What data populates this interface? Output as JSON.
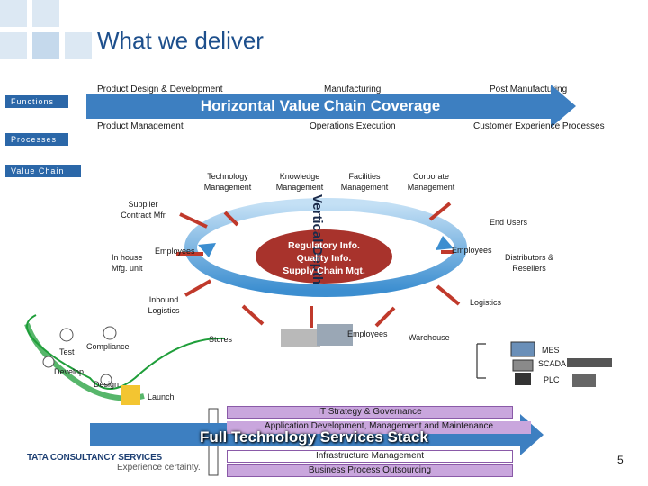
{
  "title": "What we deliver",
  "tags": {
    "functions": "Functions",
    "processes": "Processes",
    "value_chain": "Value Chain"
  },
  "functions": {
    "product_design": "Product Design & Development",
    "manufacturing": "Manufacturing",
    "post_manufacturing": "Post Manufacturing"
  },
  "horizontal_label": "Horizontal Value Chain Coverage",
  "processes": {
    "product_management": "Product Management",
    "operations_execution": "Operations Execution",
    "customer_experience": "Customer Experience Processes"
  },
  "top_domains": [
    "Technology Management",
    "Knowledge Management",
    "Facilities Management",
    "Corporate Management"
  ],
  "vertical_label": "Vertical Depth",
  "center_lines": [
    "Regulatory Info.",
    "Quality Info.",
    "Supply Chain Mgt."
  ],
  "nodes": {
    "supplier": "Supplier Contract Mfr",
    "in_house": "In house Mfg. unit",
    "employees_left": "Employees",
    "inbound": "Inbound Logistics",
    "stores": "Stores",
    "employees_bottom": "Employees",
    "warehouse": "Warehouse",
    "logistics": "Logistics",
    "employees_right": "Employees",
    "distributors": "Distributors & Resellers",
    "end_users": "End Users"
  },
  "lifecycle": {
    "test": "Test",
    "compliance": "Compliance",
    "develop": "Develop",
    "design": "Design",
    "launch": "Launch"
  },
  "systems": {
    "mes": "MES",
    "scada": "SCADA",
    "plc": "PLC"
  },
  "stack": {
    "it_strategy": "IT Strategy & Governance",
    "app_dev": "Application Development, Management and Maintenance",
    "heading": "Full Technology Services Stack",
    "infrastructure": "Infrastructure Management",
    "bpo": "Business Process Outsourcing"
  },
  "logo": {
    "name": "TATA CONSULTANCY SERVICES",
    "tagline": "Experience certainty."
  },
  "page_number": "5",
  "colors": {
    "accent_blue": "#3d7fc1",
    "tag_blue": "#2b67a8",
    "center_red": "#a8332c",
    "stack_purple": "#c9a6dd",
    "arrow_red": "#c0392b"
  }
}
